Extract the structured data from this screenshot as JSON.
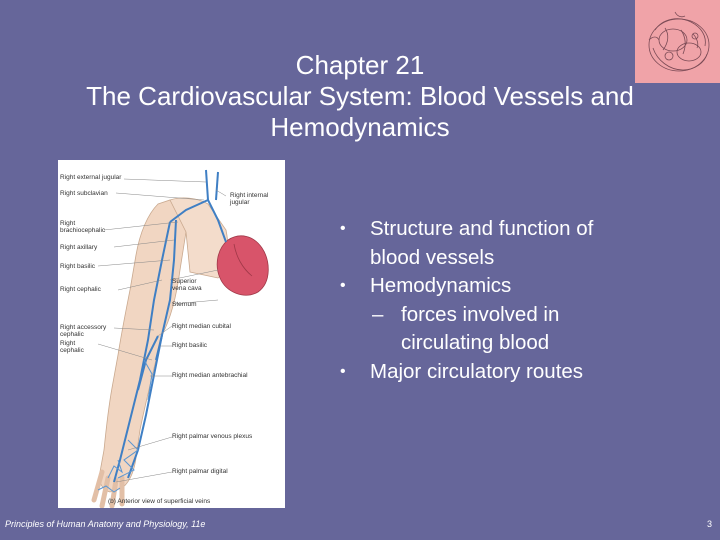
{
  "title": {
    "line1": "Chapter 21",
    "line2": "The Cardiovascular System: Blood Vessels and",
    "line3": "Hemodynamics"
  },
  "logo_icon": "heart-sketch-icon",
  "figure": {
    "labels": {
      "right_external_jugular": "Right external jugular",
      "right_subclavian": "Right subclavian",
      "right_internal_jugular": "Right internal\njugular",
      "right_brachiocephalic": "Right\nbrachiocephalic",
      "right_axillary": "Right axillary",
      "right_basilic_upper": "Right basilic",
      "superior_vena_cava": "Superior\nvena cava",
      "right_cephalic_upper": "Right cephalic",
      "sternum": "Sternum",
      "right_accessory_cephalic": "Right accessory\ncephalic",
      "right_median_cubital": "Right median cubital",
      "right_basilic_lower": "Right basilic",
      "right_cephalic_lower": "Right\ncephalic",
      "right_median_antebrachial": "Right median antebrachial",
      "right_palmar_venous_plexus": "Right palmar venous plexus",
      "right_palmar_digital": "Right palmar digital",
      "caption": "(b) Anterior view of superficial veins"
    }
  },
  "bullets": [
    {
      "level": 1,
      "text": "Structure and function of"
    },
    {
      "level": 1,
      "text": "blood vessels",
      "continuation": true
    },
    {
      "level": 1,
      "text": "Hemodynamics"
    },
    {
      "level": 2,
      "text": "forces involved in"
    },
    {
      "level": 2,
      "text": "circulating blood",
      "continuation": true
    },
    {
      "level": 1,
      "text": "Major circulatory routes"
    }
  ],
  "bullet_char": "•",
  "dash_char": "–",
  "footer": {
    "left": "Principles of Human Anatomy and Physiology, 11e",
    "right": "3"
  },
  "colors": {
    "background": "#66669a",
    "logo_bg": "#f0a3a8",
    "vein_blue": "#3f7fc4",
    "heart_red": "#d8546a"
  }
}
